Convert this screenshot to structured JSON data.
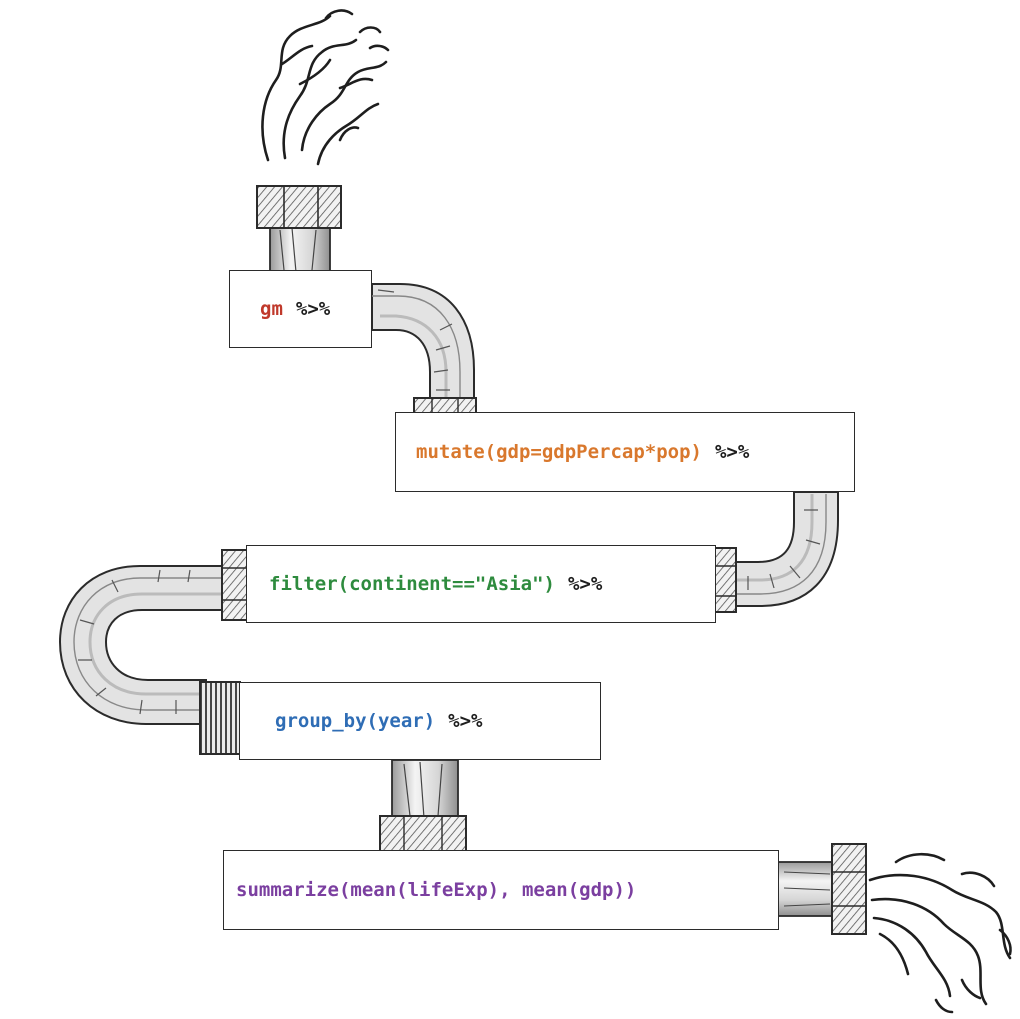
{
  "colors": {
    "ink": "#2b2b2b",
    "pipe_light": "#e6e6e6",
    "pipe_mid": "#b8b8b8",
    "gm": "#c0392b",
    "mutate": "#d9782d",
    "filter": "#2e8b3e",
    "group_by": "#2f6db5",
    "summarize": "#7b3fa0",
    "operator": "#1e1e1e"
  },
  "steps": [
    {
      "code": "gm",
      "operator": "%>%"
    },
    {
      "code": "mutate(gdp=gdpPercap*pop)",
      "operator": "%>%"
    },
    {
      "code": "filter(continent==\"Asia\")",
      "operator": "%>%"
    },
    {
      "code": "group_by(year)",
      "operator": "%>%"
    },
    {
      "code": "summarize(mean(lifeExp), mean(gdp))",
      "operator": ""
    }
  ],
  "icons": [
    "water-splash-icon",
    "pipe-icon",
    "pipe-nut-icon"
  ]
}
